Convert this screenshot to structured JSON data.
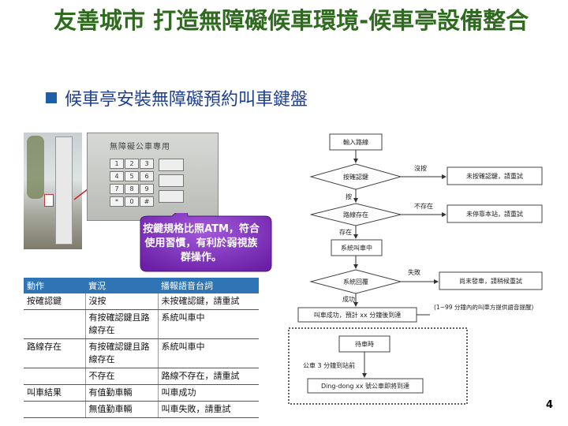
{
  "title": "友善城市 打造無障礙候車環境-候車亭設備整合",
  "bullet": "候車亭安裝無障礙預約叫車鍵盤",
  "photo": {
    "plate_title": "無障礙公車專用",
    "keys": [
      "1",
      "2",
      "3",
      "4",
      "5",
      "6",
      "7",
      "8",
      "9",
      "*",
      "0",
      "#"
    ]
  },
  "callout": "按鍵規格比照ATM，符合使用習慣，有利於弱視族群操作。",
  "table": {
    "headers": [
      "動作",
      "實況",
      "播報語音台詞"
    ],
    "rows": [
      [
        "按確認鍵",
        "沒按",
        "未按確認鍵，請重試"
      ],
      [
        "",
        "有按確認鍵且路線存在",
        "系統叫車中"
      ],
      [
        "路線存在",
        "有按確認鍵且路線存在",
        "系統叫車中"
      ],
      [
        "",
        "不存在",
        "路線不存在，請重試"
      ],
      [
        "叫車結果",
        "有值勤車輛",
        "叫車成功"
      ],
      [
        "",
        "無值勤車輛",
        "叫車失敗，請重試"
      ]
    ]
  },
  "flow": {
    "input_route": "輸入路線",
    "press_confirm": "按確認鍵",
    "not_pressed": "沒按",
    "not_pressed_msg": "未按確認鍵，請重試",
    "pressed": "按",
    "route_exists": "路線存在",
    "not_exist": "不存在",
    "not_exist_msg": "未停靠本站，請重試",
    "exists": "存在",
    "calling": "系統叫車中",
    "failed": "失敗",
    "failed_msg": "尚未發車，請稍候重試",
    "system_reply": "系統回覆",
    "success": "成功",
    "success_msg": "叫車成功，預計 xx 分鐘後到達",
    "note": "(1~99 分鐘內的叫車方提供語音提醒)",
    "waiting": "待車時",
    "bus_3min": "公車 3 分鐘到站前",
    "dingdong": "Ding-dong xx 號公車即將到達"
  },
  "page_number": "4"
}
